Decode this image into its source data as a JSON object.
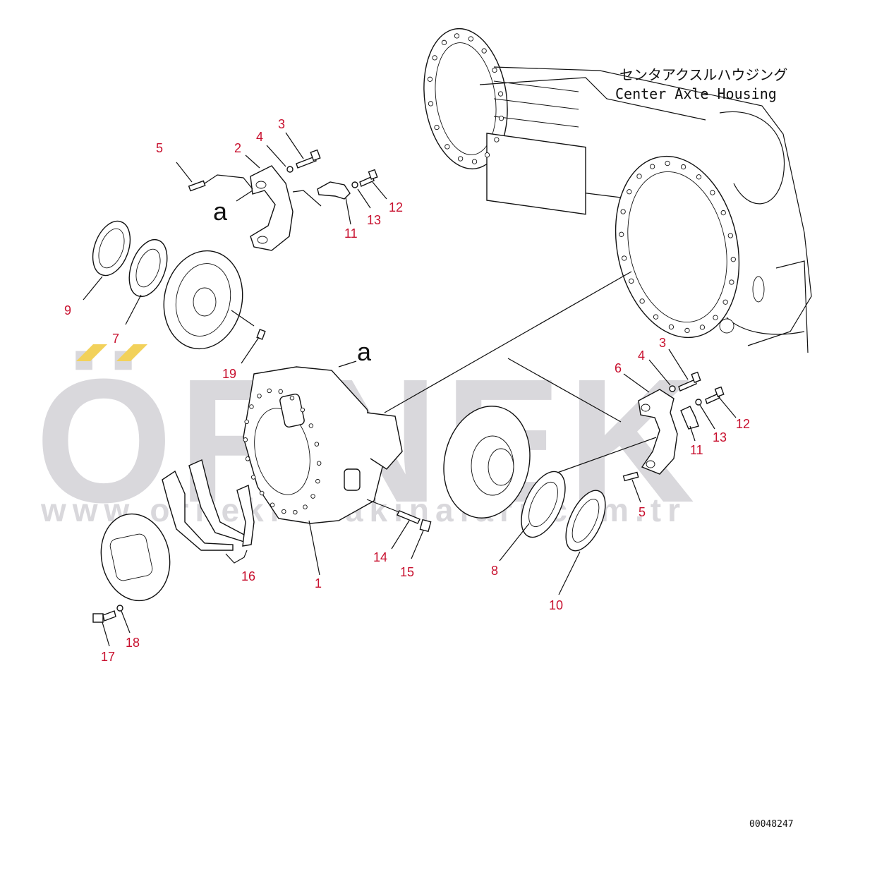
{
  "watermark": {
    "brand": "ÖRNEK",
    "url": "www.ornekismakinalari.com.tr",
    "accent_color": "#f2d15a",
    "text_color": "#d9d8dc"
  },
  "assembly_label": {
    "japanese": "センタアクスルハウジング",
    "english": "Center Axle Housing"
  },
  "view_marker": "a",
  "drawing_reference": "00048247",
  "callout_color": "#c8102e",
  "callouts": [
    "1",
    "2",
    "3",
    "4",
    "5",
    "6",
    "7",
    "8",
    "9",
    "10",
    "11",
    "12",
    "13",
    "14",
    "15",
    "16",
    "17",
    "18",
    "19"
  ],
  "callout_right": {
    "3": "3",
    "4": "4",
    "5": "5",
    "11": "11",
    "12": "12",
    "13": "13"
  }
}
